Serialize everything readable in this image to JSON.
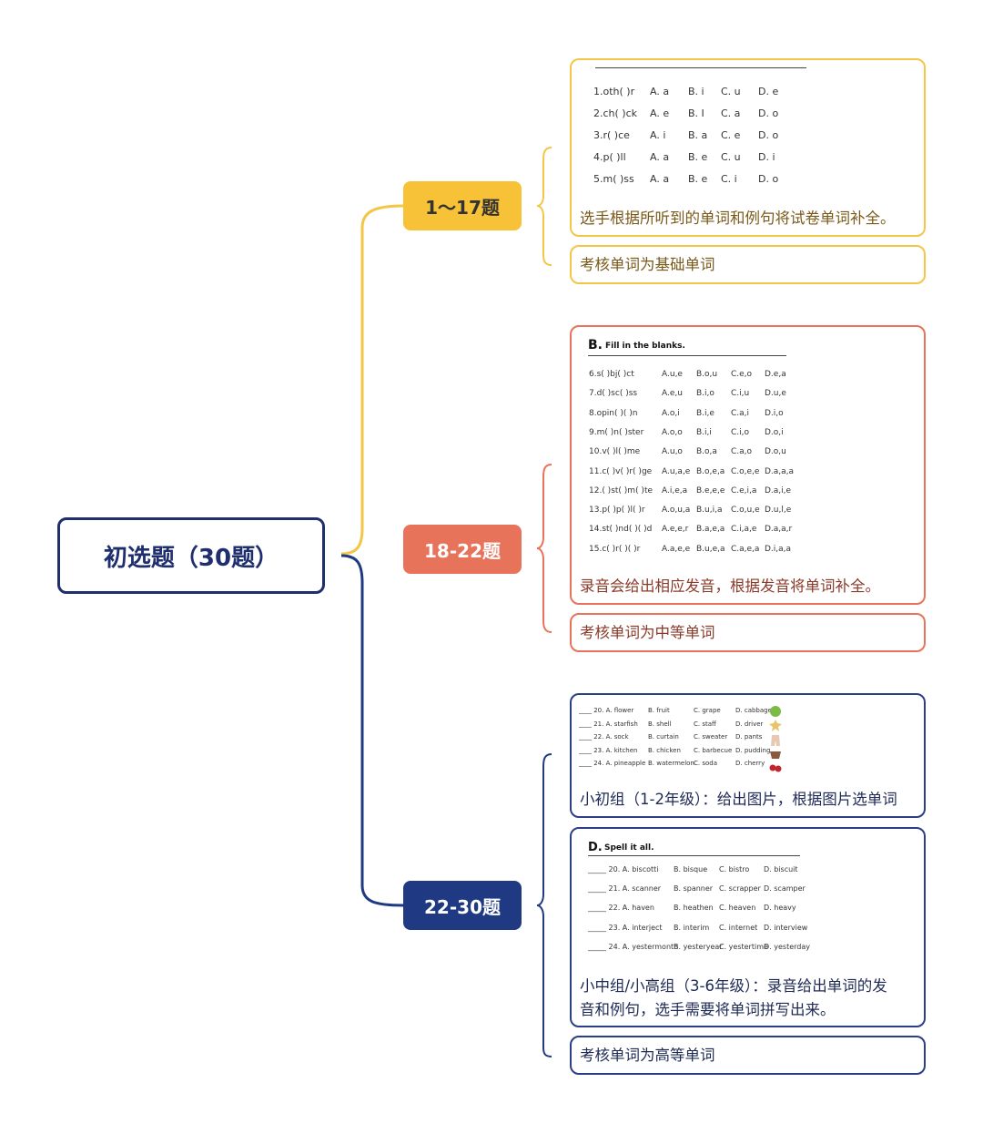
{
  "root": {
    "label": "初选题（30题）"
  },
  "branches": [
    {
      "label": "1～17题"
    },
    {
      "label": "18-22题"
    },
    {
      "label": "22-30题"
    }
  ],
  "colors": {
    "yellow": "#f3c645",
    "orange": "#e8735b",
    "navy": "#1f3a83"
  },
  "section1": {
    "rows": [
      [
        "1.oth( )r",
        "A. a",
        "B. i",
        "C. u",
        "D. e"
      ],
      [
        "2.ch( )ck",
        "A. e",
        "B. I",
        "C. a",
        "D. o"
      ],
      [
        "3.r( )ce",
        "A. i",
        "B. a",
        "C. e",
        "D. o"
      ],
      [
        "4.p( )ll",
        "A. a",
        "B. e",
        "C. u",
        "D. i"
      ],
      [
        "5.m( )ss",
        "A. a",
        "B. e",
        "C. i",
        "D. o"
      ]
    ],
    "caption": "选手根据所听到的单词和例句将试卷单词补全。",
    "note": "考核单词为基础单词"
  },
  "section2": {
    "header_letter": "B.",
    "header_text": "Fill in the blanks.",
    "rows": [
      [
        "6.s( )bj( )ct",
        "A.u,e",
        "B.o,u",
        "C.e,o",
        "D.e,a"
      ],
      [
        "7.d( )sc( )ss",
        "A.e,u",
        "B.i,o",
        "C.i,u",
        "D.u,e"
      ],
      [
        "8.opin( )( )n",
        "A.o,i",
        "B.i,e",
        "C.a,i",
        "D.i,o"
      ],
      [
        "9.m( )n( )ster",
        "A.o,o",
        "B.i,i",
        "C.i,o",
        "D.o,i"
      ],
      [
        "10.v( )l( )me",
        "A.u,o",
        "B.o,a",
        "C.a,o",
        "D.o,u"
      ],
      [
        "11.c( )v( )r( )ge",
        "A.u,a,e",
        "B.o,e,a",
        "C.o,e,e",
        "D.a,a,a"
      ],
      [
        "12.( )st( )m( )te",
        "A.i,e,a",
        "B.e,e,e",
        "C.e,i,a",
        "D.a,i,e"
      ],
      [
        "13.p( )p( )l( )r",
        "A.o,u,a",
        "B.u,i,a",
        "C.o,u,e",
        "D.u,l,e"
      ],
      [
        "14.st( )nd( )( )d",
        "A.e,e,r",
        "B.a,e,a",
        "C.i,a,e",
        "D.a,a,r"
      ],
      [
        "15.c( )r( )( )r",
        "A.a,e,e",
        "B.u,e,a",
        "C.a,e,a",
        "D.i,a,a"
      ]
    ],
    "caption": "录音会给出相应发音，根据发音将单词补全。",
    "note": "考核单词为中等单词"
  },
  "section3a": {
    "rows": [
      [
        "____ 20. A. flower",
        "B. fruit",
        "C. grape",
        "D. cabbage"
      ],
      [
        "____ 21. A. starfish",
        "B. shell",
        "C. staff",
        "D. driver"
      ],
      [
        "____ 22. A. sock",
        "B. curtain",
        "C. sweater",
        "D. pants"
      ],
      [
        "____ 23. A. kitchen",
        "B. chicken",
        "C. barbecue",
        "D. pudding"
      ],
      [
        "____ 24. A. pineapple",
        "B. watermelon",
        "C. soda",
        "D. cherry"
      ]
    ],
    "caption": "小初组（1-2年级）：给出图片，根据图片选单词"
  },
  "section3b": {
    "header_letter": "D.",
    "header_text": "Spell it all.",
    "rows": [
      [
        "_____ 20. A. biscotti",
        "B. bisque",
        "C. bistro",
        "D. biscuit"
      ],
      [
        "_____ 21. A. scanner",
        "B. spanner",
        "C. scrapper",
        "D. scamper"
      ],
      [
        "_____ 22. A. haven",
        "B. heathen",
        "C. heaven",
        "D. heavy"
      ],
      [
        "_____ 23. A. interject",
        "B. interim",
        "C. internet",
        "D. interview"
      ],
      [
        "_____ 24. A. yestermonth",
        "B. yesteryear",
        "C. yestertime",
        "D. yesterday"
      ]
    ],
    "caption_line1": "小中组/小高组（3-6年级）：录音给出单词的发",
    "caption_line2": "音和例句，选手需要将单词拼写出来。",
    "note": "考核单词为高等单词"
  }
}
